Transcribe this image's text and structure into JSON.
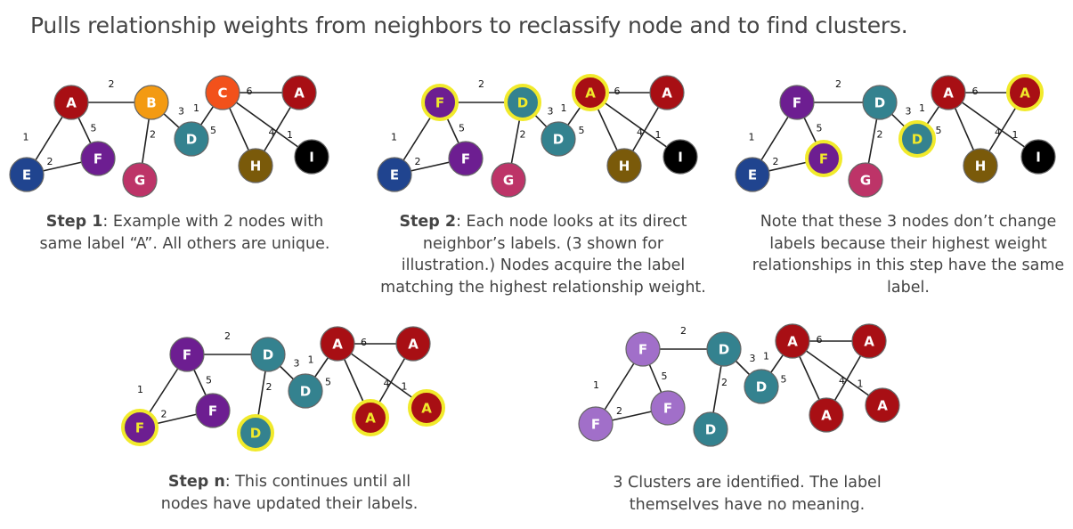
{
  "title": "Pulls relationship weights  from neighbors to reclassify node and to find clusters.",
  "colors": {
    "red": "#a80f14",
    "orange": "#f39a12",
    "orangered": "#f2511b",
    "purple": "#6d1e91",
    "lavender": "#a16fc9",
    "teal": "#34828f",
    "blue": "#20448f",
    "pink": "#bd3468",
    "olive": "#7a5a0a",
    "black": "#000000",
    "highlight": "#f1ea2b"
  },
  "captions": [
    {
      "bold": "Step 1",
      "text": ": Example with 2 nodes with same label “A”. All others are unique."
    },
    {
      "bold": "Step 2",
      "text": ": Each node looks at its direct neighbor’s labels. (3 shown for illustration.) Nodes acquire the label matching the highest relationship weight."
    },
    {
      "bold": "",
      "text": "Note that these 3 nodes don’t change labels because their highest weight relationships in this step have the same label."
    },
    {
      "bold": "Step n",
      "text": ": This continues until all nodes have updated their labels."
    },
    {
      "bold": "",
      "text": "3 Clusters are identified. The label themselves have no meaning."
    }
  ],
  "graphs": [
    {
      "nodes": [
        {
          "label": "A",
          "color": "red"
        },
        {
          "label": "B",
          "color": "orange"
        },
        {
          "label": "C",
          "color": "orangered"
        },
        {
          "label": "A",
          "color": "red"
        },
        {
          "label": "E",
          "color": "blue"
        },
        {
          "label": "F",
          "color": "purple"
        },
        {
          "label": "G",
          "color": "pink"
        },
        {
          "label": "D",
          "color": "teal"
        },
        {
          "label": "H",
          "color": "olive"
        },
        {
          "label": "I",
          "color": "black"
        }
      ]
    },
    {
      "nodes": [
        {
          "label": "F",
          "color": "purple",
          "highlight": true
        },
        {
          "label": "D",
          "color": "teal",
          "highlight": true
        },
        {
          "label": "A",
          "color": "red",
          "highlight": true
        },
        {
          "label": "A",
          "color": "red"
        },
        {
          "label": "E",
          "color": "blue"
        },
        {
          "label": "F",
          "color": "purple"
        },
        {
          "label": "G",
          "color": "pink"
        },
        {
          "label": "D",
          "color": "teal"
        },
        {
          "label": "H",
          "color": "olive"
        },
        {
          "label": "I",
          "color": "black"
        }
      ]
    },
    {
      "nodes": [
        {
          "label": "F",
          "color": "purple"
        },
        {
          "label": "D",
          "color": "teal"
        },
        {
          "label": "A",
          "color": "red"
        },
        {
          "label": "A",
          "color": "red",
          "highlight": true
        },
        {
          "label": "E",
          "color": "blue"
        },
        {
          "label": "F",
          "color": "purple",
          "highlight": true
        },
        {
          "label": "G",
          "color": "pink"
        },
        {
          "label": "D",
          "color": "teal",
          "highlight": true
        },
        {
          "label": "H",
          "color": "olive"
        },
        {
          "label": "I",
          "color": "black"
        }
      ]
    },
    {
      "nodes": [
        {
          "label": "F",
          "color": "purple"
        },
        {
          "label": "D",
          "color": "teal"
        },
        {
          "label": "A",
          "color": "red"
        },
        {
          "label": "A",
          "color": "red"
        },
        {
          "label": "F",
          "color": "purple",
          "highlight": true
        },
        {
          "label": "F",
          "color": "purple"
        },
        {
          "label": "D",
          "color": "teal",
          "highlight": true
        },
        {
          "label": "D",
          "color": "teal"
        },
        {
          "label": "A",
          "color": "red",
          "highlight": true
        },
        {
          "label": "A",
          "color": "red",
          "highlight": true
        }
      ]
    },
    {
      "nodes": [
        {
          "label": "F",
          "color": "lavender"
        },
        {
          "label": "D",
          "color": "teal"
        },
        {
          "label": "A",
          "color": "red"
        },
        {
          "label": "A",
          "color": "red"
        },
        {
          "label": "F",
          "color": "lavender"
        },
        {
          "label": "F",
          "color": "lavender"
        },
        {
          "label": "D",
          "color": "teal"
        },
        {
          "label": "D",
          "color": "teal"
        },
        {
          "label": "A",
          "color": "red"
        },
        {
          "label": "A",
          "color": "red"
        }
      ]
    }
  ],
  "edges": [
    {
      "from": 0,
      "to": 1,
      "weight": "2"
    },
    {
      "from": 0,
      "to": 4,
      "weight": "1"
    },
    {
      "from": 0,
      "to": 5,
      "weight": "5"
    },
    {
      "from": 4,
      "to": 5,
      "weight": "2"
    },
    {
      "from": 1,
      "to": 6,
      "weight": "2"
    },
    {
      "from": 1,
      "to": 7,
      "weight": "3"
    },
    {
      "from": 7,
      "to": 2,
      "weight": "1"
    },
    {
      "from": 2,
      "to": 3,
      "weight": "6"
    },
    {
      "from": 2,
      "to": 9,
      "weight": "4"
    },
    {
      "from": 2,
      "to": 8,
      "weight": "5"
    },
    {
      "from": 3,
      "to": 8,
      "weight": "1"
    }
  ]
}
